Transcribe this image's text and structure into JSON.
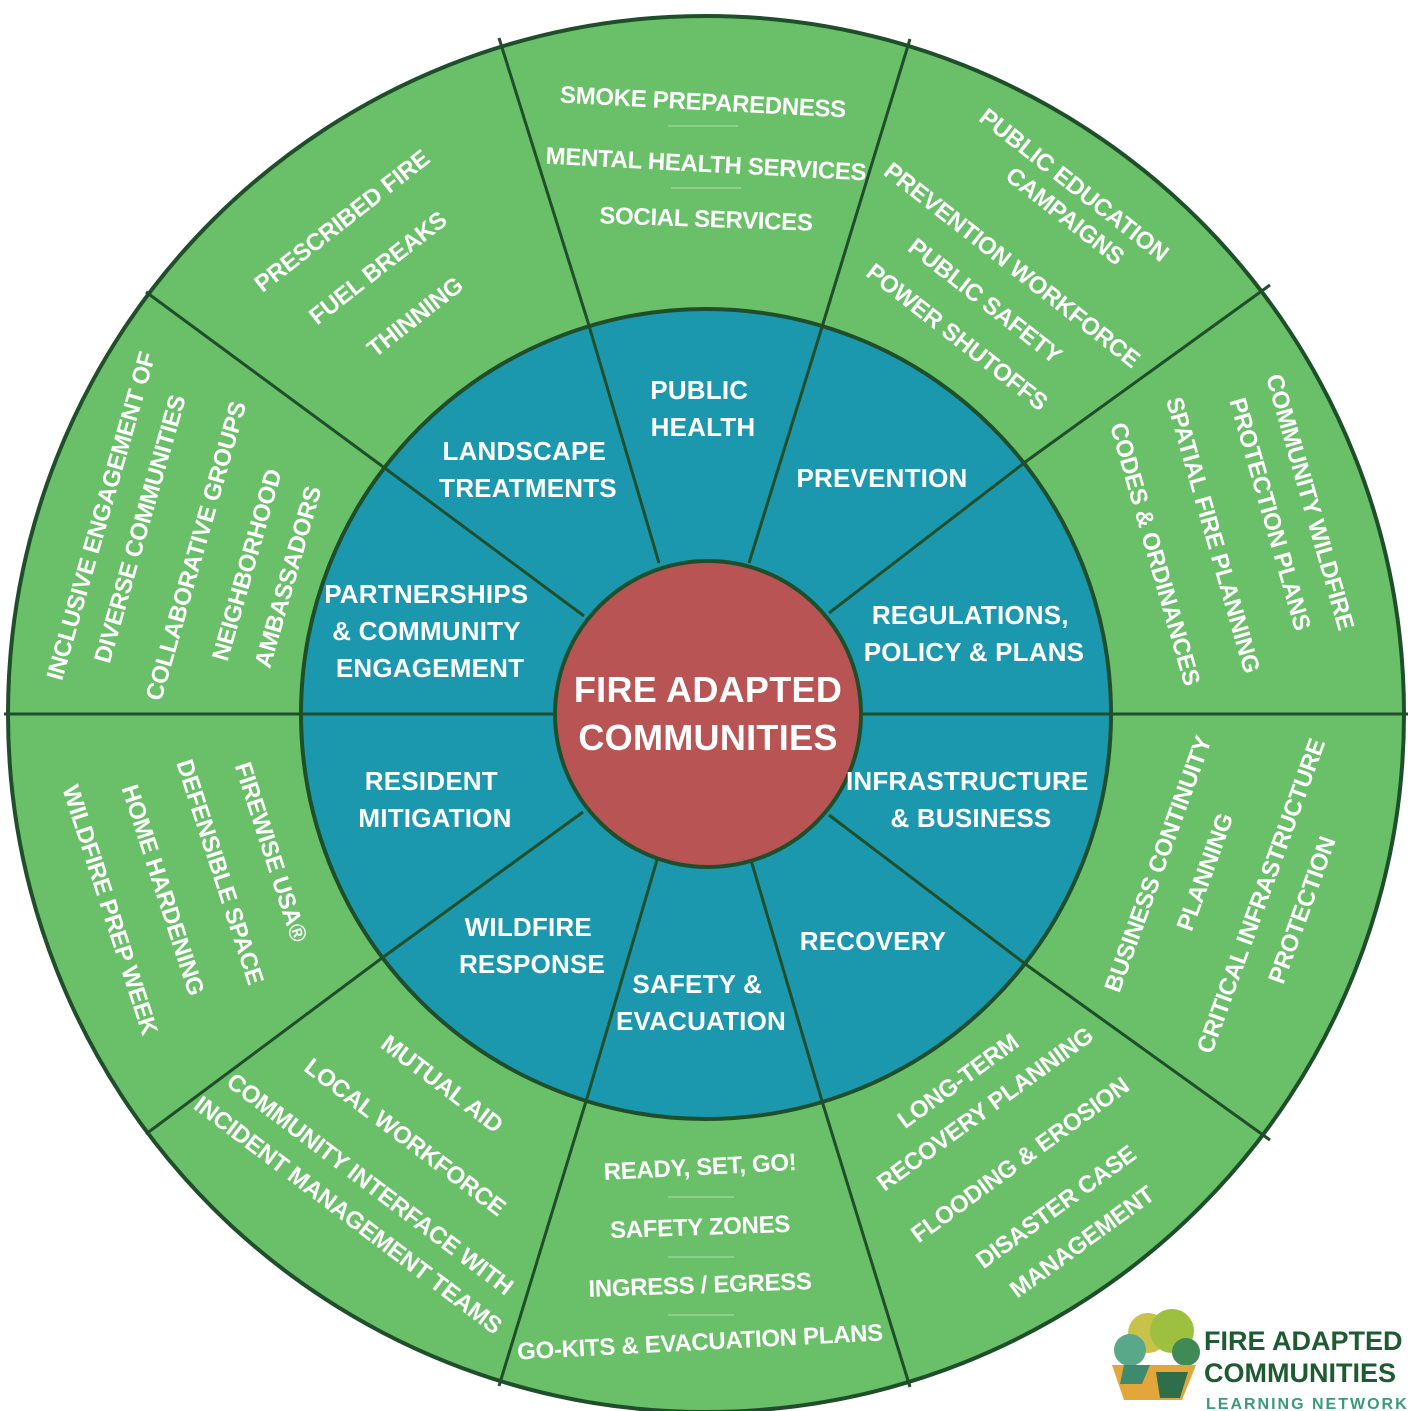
{
  "center": {
    "lines": [
      "FIRE ADAPTED",
      "COMMUNITIES"
    ]
  },
  "inner_segments": [
    {
      "id": "public-health",
      "lines": [
        "PUBLIC",
        "HEALTH"
      ]
    },
    {
      "id": "prevention",
      "lines": [
        "PREVENTION"
      ]
    },
    {
      "id": "regulations",
      "lines": [
        "REGULATIONS,",
        "POLICY & PLANS"
      ]
    },
    {
      "id": "infrastructure",
      "lines": [
        "INFRASTRUCTURE",
        "& BUSINESS"
      ]
    },
    {
      "id": "recovery",
      "lines": [
        "RECOVERY"
      ]
    },
    {
      "id": "safety-evacuation",
      "lines": [
        "SAFETY &",
        "EVACUATION"
      ]
    },
    {
      "id": "wildfire-response",
      "lines": [
        "WILDFIRE",
        "RESPONSE"
      ]
    },
    {
      "id": "resident-mitigation",
      "lines": [
        "RESIDENT",
        "MITIGATION"
      ]
    },
    {
      "id": "partnerships",
      "lines": [
        "PARTNERSHIPS",
        "& COMMUNITY",
        "ENGAGEMENT"
      ]
    },
    {
      "id": "landscape-treatments",
      "lines": [
        "LANDSCAPE",
        "TREATMENTS"
      ]
    }
  ],
  "outer_segments": [
    {
      "id": "public-health",
      "items": [
        "SMOKE PREPAREDNESS",
        "MENTAL HEALTH SERVICES",
        "SOCIAL SERVICES"
      ]
    },
    {
      "id": "prevention",
      "items": [
        "PUBLIC EDUCATION",
        "CAMPAIGNS",
        "PREVENTION WORKFORCE",
        "PUBLIC SAFETY",
        "POWER SHUTOFFS"
      ]
    },
    {
      "id": "regulations",
      "items": [
        "COMMUNITY WILDFIRE",
        "PROTECTION PLANS",
        "SPATIAL FIRE PLANNING",
        "CODES & ORDINANCES"
      ]
    },
    {
      "id": "infrastructure",
      "items": [
        "BUSINESS CONTINUITY",
        "PLANNING",
        "CRITICAL INFRASTRUCTURE",
        "PROTECTION"
      ]
    },
    {
      "id": "recovery",
      "items": [
        "LONG-TERM",
        "RECOVERY PLANNING",
        "FLOODING & EROSION",
        "DISASTER CASE",
        "MANAGEMENT"
      ]
    },
    {
      "id": "safety-evacuation",
      "items": [
        "READY, SET, GO!",
        "SAFETY ZONES",
        "INGRESS / EGRESS",
        "GO-KITS & EVACUATION PLANS"
      ]
    },
    {
      "id": "wildfire-response",
      "items": [
        "MUTUAL AID",
        "LOCAL WORKFORCE",
        "COMMUNITY INTERFACE WITH",
        "INCIDENT MANAGEMENT TEAMS"
      ]
    },
    {
      "id": "resident-mitigation",
      "items": [
        "FIREWISE USA®",
        "DEFENSIBLE SPACE",
        "HOME HARDENING",
        "WILDFIRE PREP WEEK"
      ]
    },
    {
      "id": "partnerships",
      "items": [
        "INCLUSIVE ENGAGEMENT OF",
        "DIVERSE COMMUNITIES",
        "COLLABORATIVE GROUPS",
        "NEIGHBORHOOD",
        "AMBASSADORS"
      ]
    },
    {
      "id": "landscape-treatments",
      "items": [
        "PRESCRIBED FIRE",
        "FUEL BREAKS",
        "THINNING"
      ]
    }
  ],
  "logo": {
    "line1": "FIRE ADAPTED",
    "line2": "COMMUNITIES",
    "line3": "LEARNING NETWORK"
  },
  "colors": {
    "outer_ring": "#6abf69",
    "inner_ring": "#1b98ad",
    "center": "#b85454",
    "divider": "#1f4f2a",
    "text": "#ffffff"
  }
}
